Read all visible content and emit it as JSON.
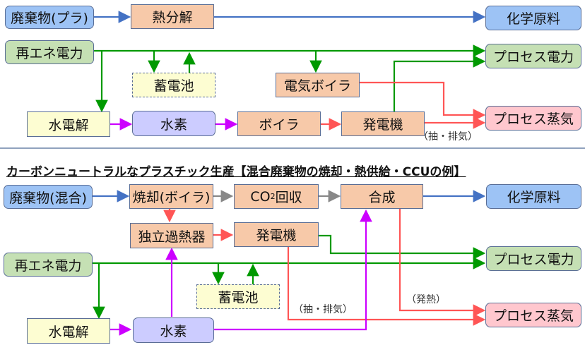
{
  "section1": {
    "nodes": {
      "waste_plastic": "廃棄物(プラ)",
      "pyrolysis": "熱分解",
      "chemical_feedstock": "化学原料",
      "renewable_power": "再エネ電力",
      "process_power": "プロセス電力",
      "battery": "蓄電池",
      "electric_boiler": "電気ボイラ",
      "electrolysis": "水電解",
      "hydrogen": "水素",
      "boiler": "ボイラ",
      "generator": "発電機",
      "process_steam": "プロセス蒸気"
    },
    "notes": {
      "extraction": "（抽・排気）"
    }
  },
  "section2": {
    "title": "カーボンニュートラルなプラスチック生産【混合廃棄物の焼却・熱供給・CCUの例】",
    "nodes": {
      "waste_mixed": "廃棄物(混合)",
      "incineration": "焼却(ボイラ)",
      "co2_capture_prefix": "CO",
      "co2_capture_sub": "2",
      "co2_capture_suffix": "回収",
      "synthesis": "合成",
      "chemical_feedstock": "化学原料",
      "superheater": "独立過熱器",
      "generator": "発電機",
      "renewable_power": "再エネ電力",
      "process_power": "プロセス電力",
      "battery": "蓄電池",
      "electrolysis": "水電解",
      "hydrogen": "水素",
      "process_steam": "プロセス蒸気"
    },
    "notes": {
      "extraction": "（抽・排気）",
      "heat": "（発熱）"
    }
  },
  "colors": {
    "material_flow": "#4472c4",
    "power_flow": "#009900",
    "heat_flow": "#ff5555",
    "hydrogen_flow": "#cc00ff",
    "co2_flow": "#888888",
    "divider": "#6b83a8"
  }
}
